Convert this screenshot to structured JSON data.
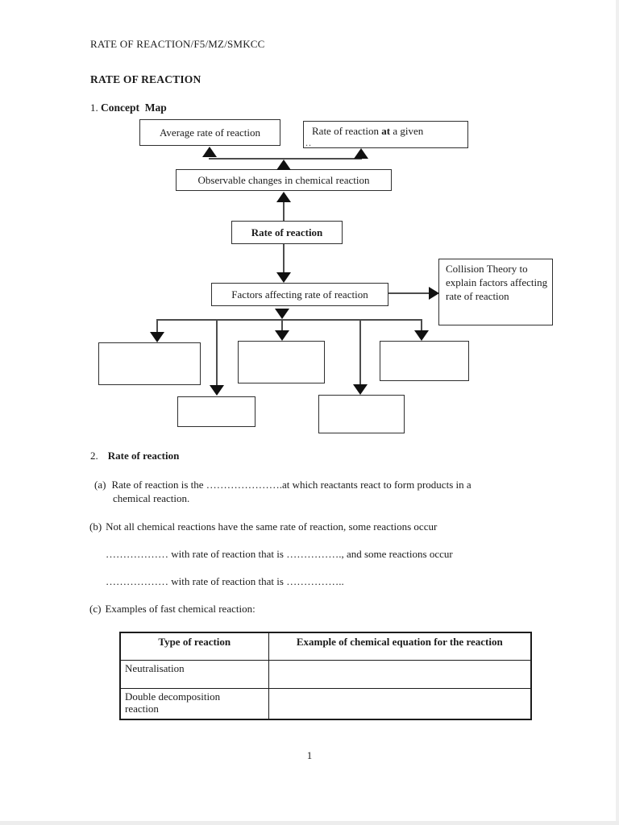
{
  "document": {
    "header": "RATE OF REACTION/F5/MZ/SMKCC",
    "title": "RATE OF REACTION",
    "page_number": "1"
  },
  "section1": {
    "number": "1.",
    "heading": "Concept  Map"
  },
  "concept_map": {
    "average_box": "Average rate of reaction",
    "given_box": {
      "prefix": "Rate of reaction ",
      "bold": "at",
      "suffix": " a given",
      "line2": ".."
    },
    "observable_box": "Observable changes in chemical reaction",
    "rate_box": "Rate of reaction",
    "factors_box": "Factors affecting rate of reaction",
    "collision_box": "Collision Theory to explain factors affecting rate of reaction"
  },
  "section2": {
    "number": "2.",
    "heading": "Rate of reaction",
    "a_label": "(a)",
    "a_line1": "Rate of reaction is the ………………….at which reactants react to form products in a",
    "a_line2": "chemical reaction.",
    "b_label": "(b)",
    "b_line1": "Not all chemical reactions have the same rate of reaction, some reactions occur",
    "b_line2": "……………… with rate of reaction that is ……………., and some reactions occur",
    "b_line3": "……………… with rate of reaction that is ……………..",
    "c_label": "(c)",
    "c_text": "Examples of fast chemical reaction:"
  },
  "table": {
    "headers": [
      "Type of reaction",
      "Example of chemical equation for the reaction"
    ],
    "rows": [
      {
        "type": "Neutralisation",
        "example": ""
      },
      {
        "type": "Double decomposition reaction",
        "example": ""
      }
    ]
  }
}
